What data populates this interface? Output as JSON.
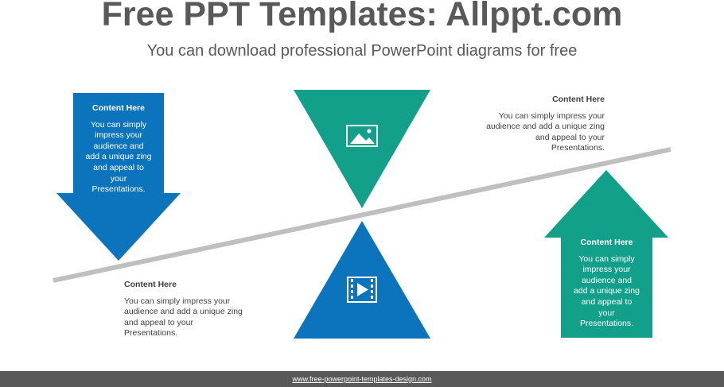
{
  "header": {
    "title": "Free PPT Templates: Allppt.com",
    "subtitle": "You can download professional PowerPoint diagrams for free"
  },
  "colors": {
    "blue": "#0b74bd",
    "teal": "#13a08b",
    "beam": "#bfbfbf",
    "text": "#404040",
    "footer": "#595959"
  },
  "blocks": {
    "top_left": {
      "heading": "Content  Here",
      "lines": [
        "You can simply",
        "impress your",
        "audience and",
        "add a unique zing",
        "and appeal to",
        "your",
        "Presentations."
      ]
    },
    "top_right": {
      "heading": "Content  Here",
      "lines": [
        "You can simply impress your",
        "audience and add a unique zing",
        "and appeal to your",
        "Presentations."
      ]
    },
    "bottom_left": {
      "heading": "Content  Here",
      "lines": [
        "You can simply impress your",
        "audience and add a unique zing",
        "and appeal to your",
        "Presentations."
      ]
    },
    "bottom_right": {
      "heading": "Content  Here",
      "lines": [
        "You can simply",
        "impress your",
        "audience and",
        "add a unique zing",
        "and appeal to",
        "your",
        "Presentations."
      ]
    }
  },
  "icons": {
    "top_triangle": "picture-icon",
    "bottom_triangle": "video-icon"
  },
  "footer": {
    "url": "www.free-powerpoint-templates-design.com"
  }
}
